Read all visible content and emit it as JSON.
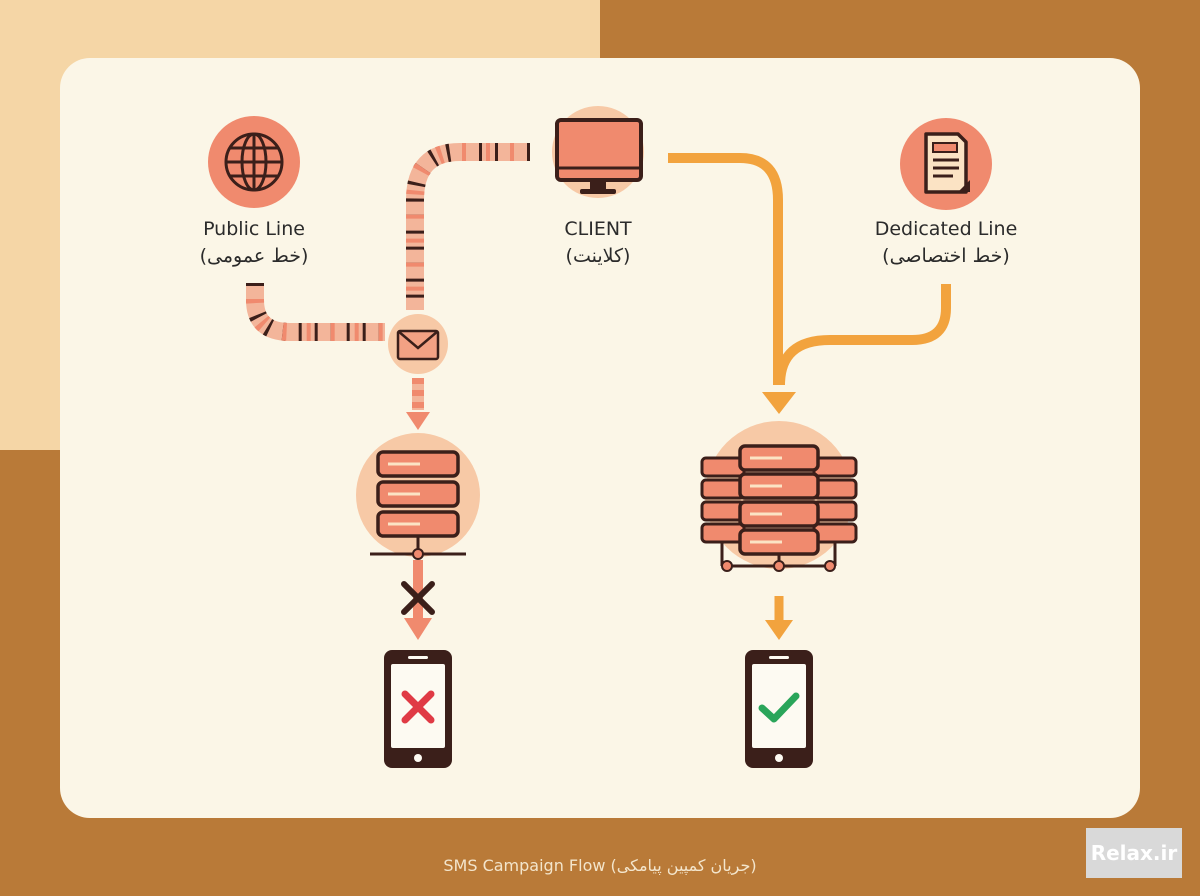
{
  "nodes": {
    "public_line": {
      "title": "Public Line",
      "subtitle": "(خط عمومی)"
    },
    "client": {
      "title": "CLIENT",
      "subtitle": "(کلاینت)"
    },
    "dedicated_line": {
      "title": "Dedicated Line",
      "subtitle": "(خط اختصاصی)"
    }
  },
  "caption": "SMS Campaign Flow (جریان کمپین پیامکی)",
  "watermark": "Relax.ir",
  "colors": {
    "accent_salmon": "#f08a6e",
    "accent_orange": "#f2a33e",
    "icon_stroke": "#3b1f1a",
    "fail_red": "#e03a45",
    "success_green": "#2aa55a",
    "card_bg": "#fbf6e7"
  },
  "icons": [
    "globe-icon",
    "monitor-icon",
    "document-icon",
    "envelope-icon",
    "server-icon",
    "server-cluster-icon",
    "phone-icon",
    "cross-icon",
    "check-icon"
  ]
}
